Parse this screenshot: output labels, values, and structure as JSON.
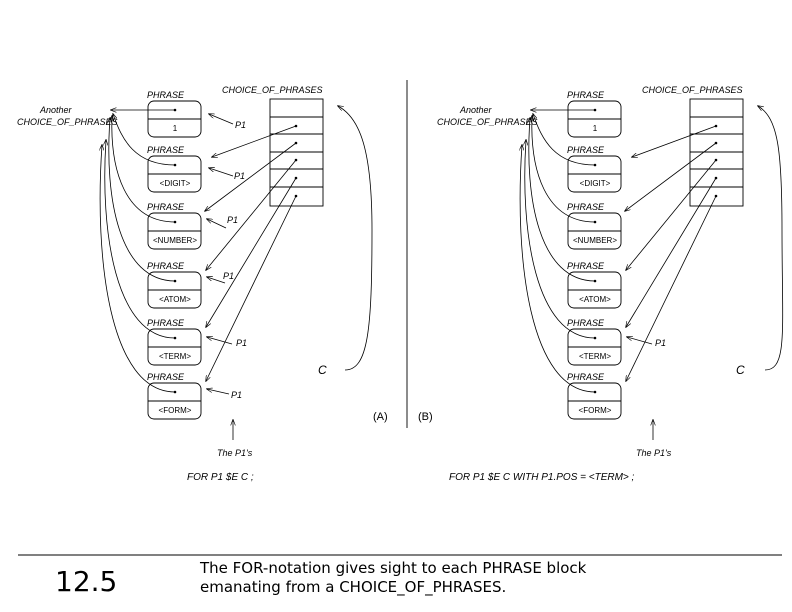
{
  "labels": {
    "another_line1": "Another",
    "another_line2": "CHOICE_OF_PHRASES",
    "choice_header": "CHOICE_OF_PHRASES",
    "phrase": "PHRASE",
    "p1": "P1",
    "the_p1s": "The P1's",
    "c_marker": "C",
    "panel_a": "(A)",
    "panel_b": "(B)"
  },
  "phrases": [
    {
      "content": "1"
    },
    {
      "content": "<DIGIT>"
    },
    {
      "content": "<NUMBER>"
    },
    {
      "content": "<ATOM>"
    },
    {
      "content": "<TERM>"
    },
    {
      "content": "<FORM>"
    }
  ],
  "formula_a": "FOR P1 $E C ;",
  "formula_b": "FOR P1 $E C  WITH P1.POS = <TERM> ;",
  "footer": {
    "figure_number": "12.5",
    "caption_line1": "The FOR-notation gives sight to each PHRASE block",
    "caption_line2": "emanating from a CHOICE_OF_PHRASES."
  }
}
